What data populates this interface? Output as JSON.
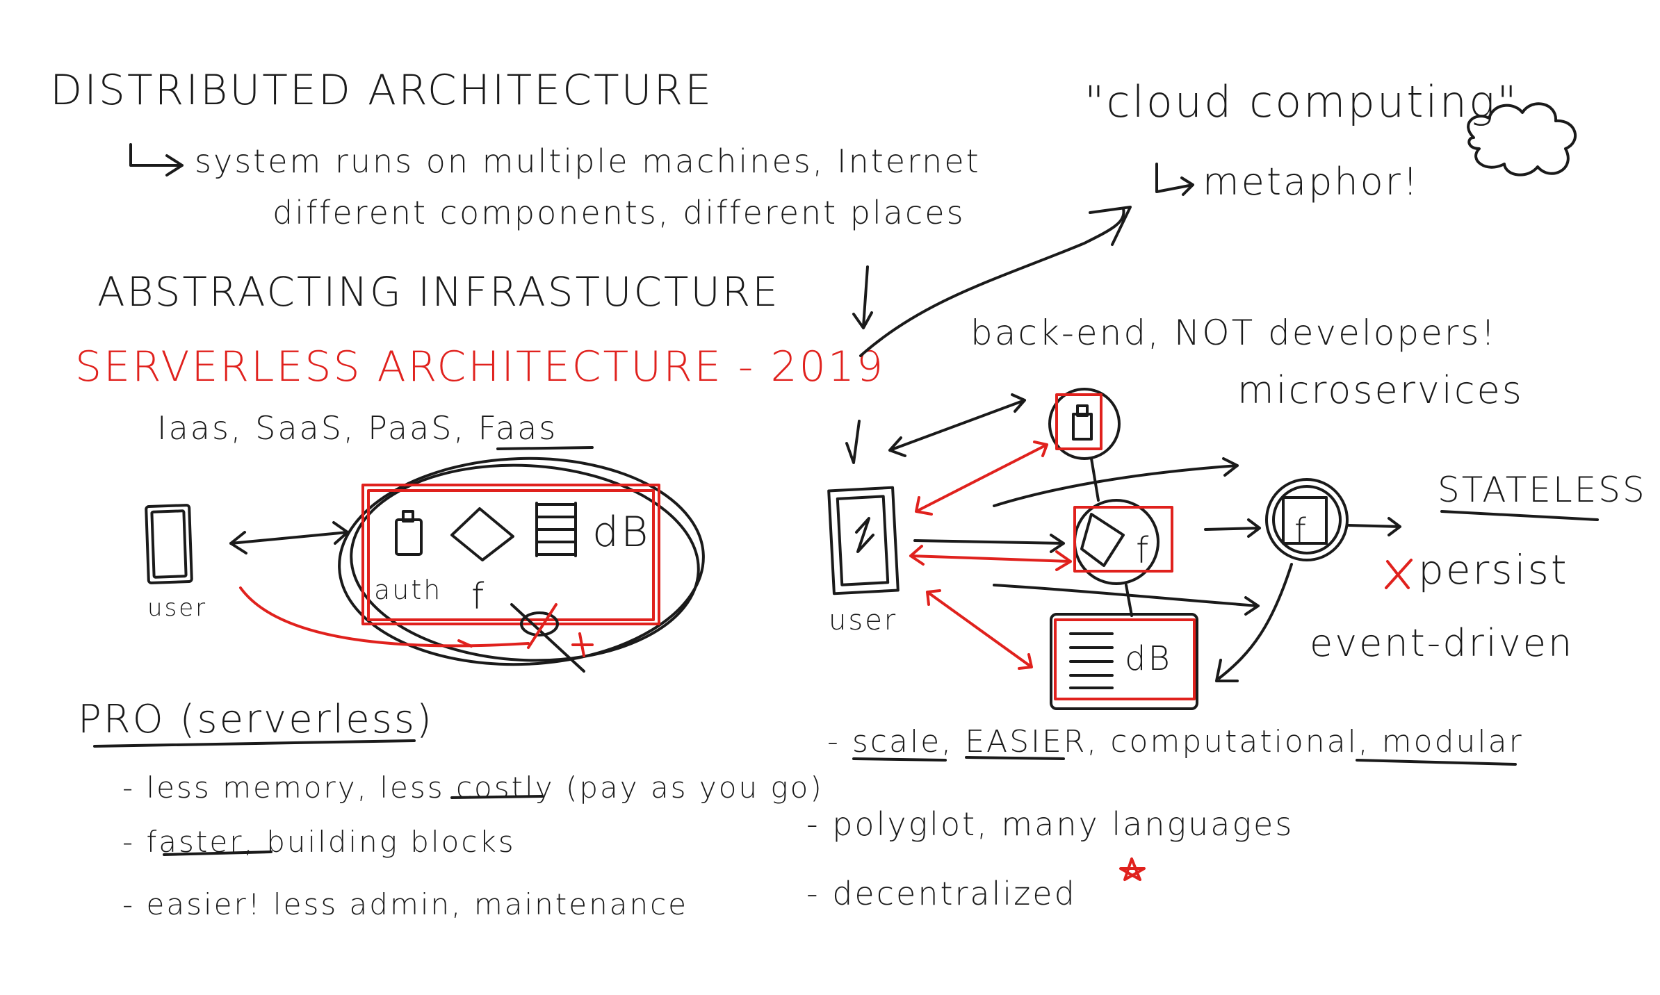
{
  "left": {
    "title": "DISTRIBUTED ARCHITECTURE",
    "sub_line1": "system runs on multiple machines, Internet",
    "sub_line2": "different components, different places",
    "abstracting": "ABSTRACTING INFRASTUCTURE",
    "serverless": "SERVERLESS ARCHITECTURE - 2019",
    "as_a_service": "Iaas, SaaS, PaaS, Faas",
    "user_label": "user",
    "auth_label": "auth",
    "f_label": "f",
    "db_label": "dB",
    "pro_title": "PRO (serverless)",
    "pro_items": [
      "- less memory, less costly (pay as you go)",
      "- faster, building blocks",
      "- easier! less admin, maintenance"
    ]
  },
  "right": {
    "cloud_quote": "\"cloud computing\"",
    "metaphor": "metaphor!",
    "backend": "back-end, NOT developers!",
    "micro": "microservices",
    "stateless": "STATELESS",
    "persist": "persist",
    "event_driven": "event-driven",
    "user_label": "user",
    "f_label": "f",
    "db_label": "dB",
    "bottom_items": [
      "- scale, EASIER, computational, modular",
      "- polyglot, many languages",
      "- decentralized"
    ]
  },
  "colors": {
    "ink": "#1a1a1a",
    "accent": "#e0211d",
    "background": "#ffffff"
  }
}
